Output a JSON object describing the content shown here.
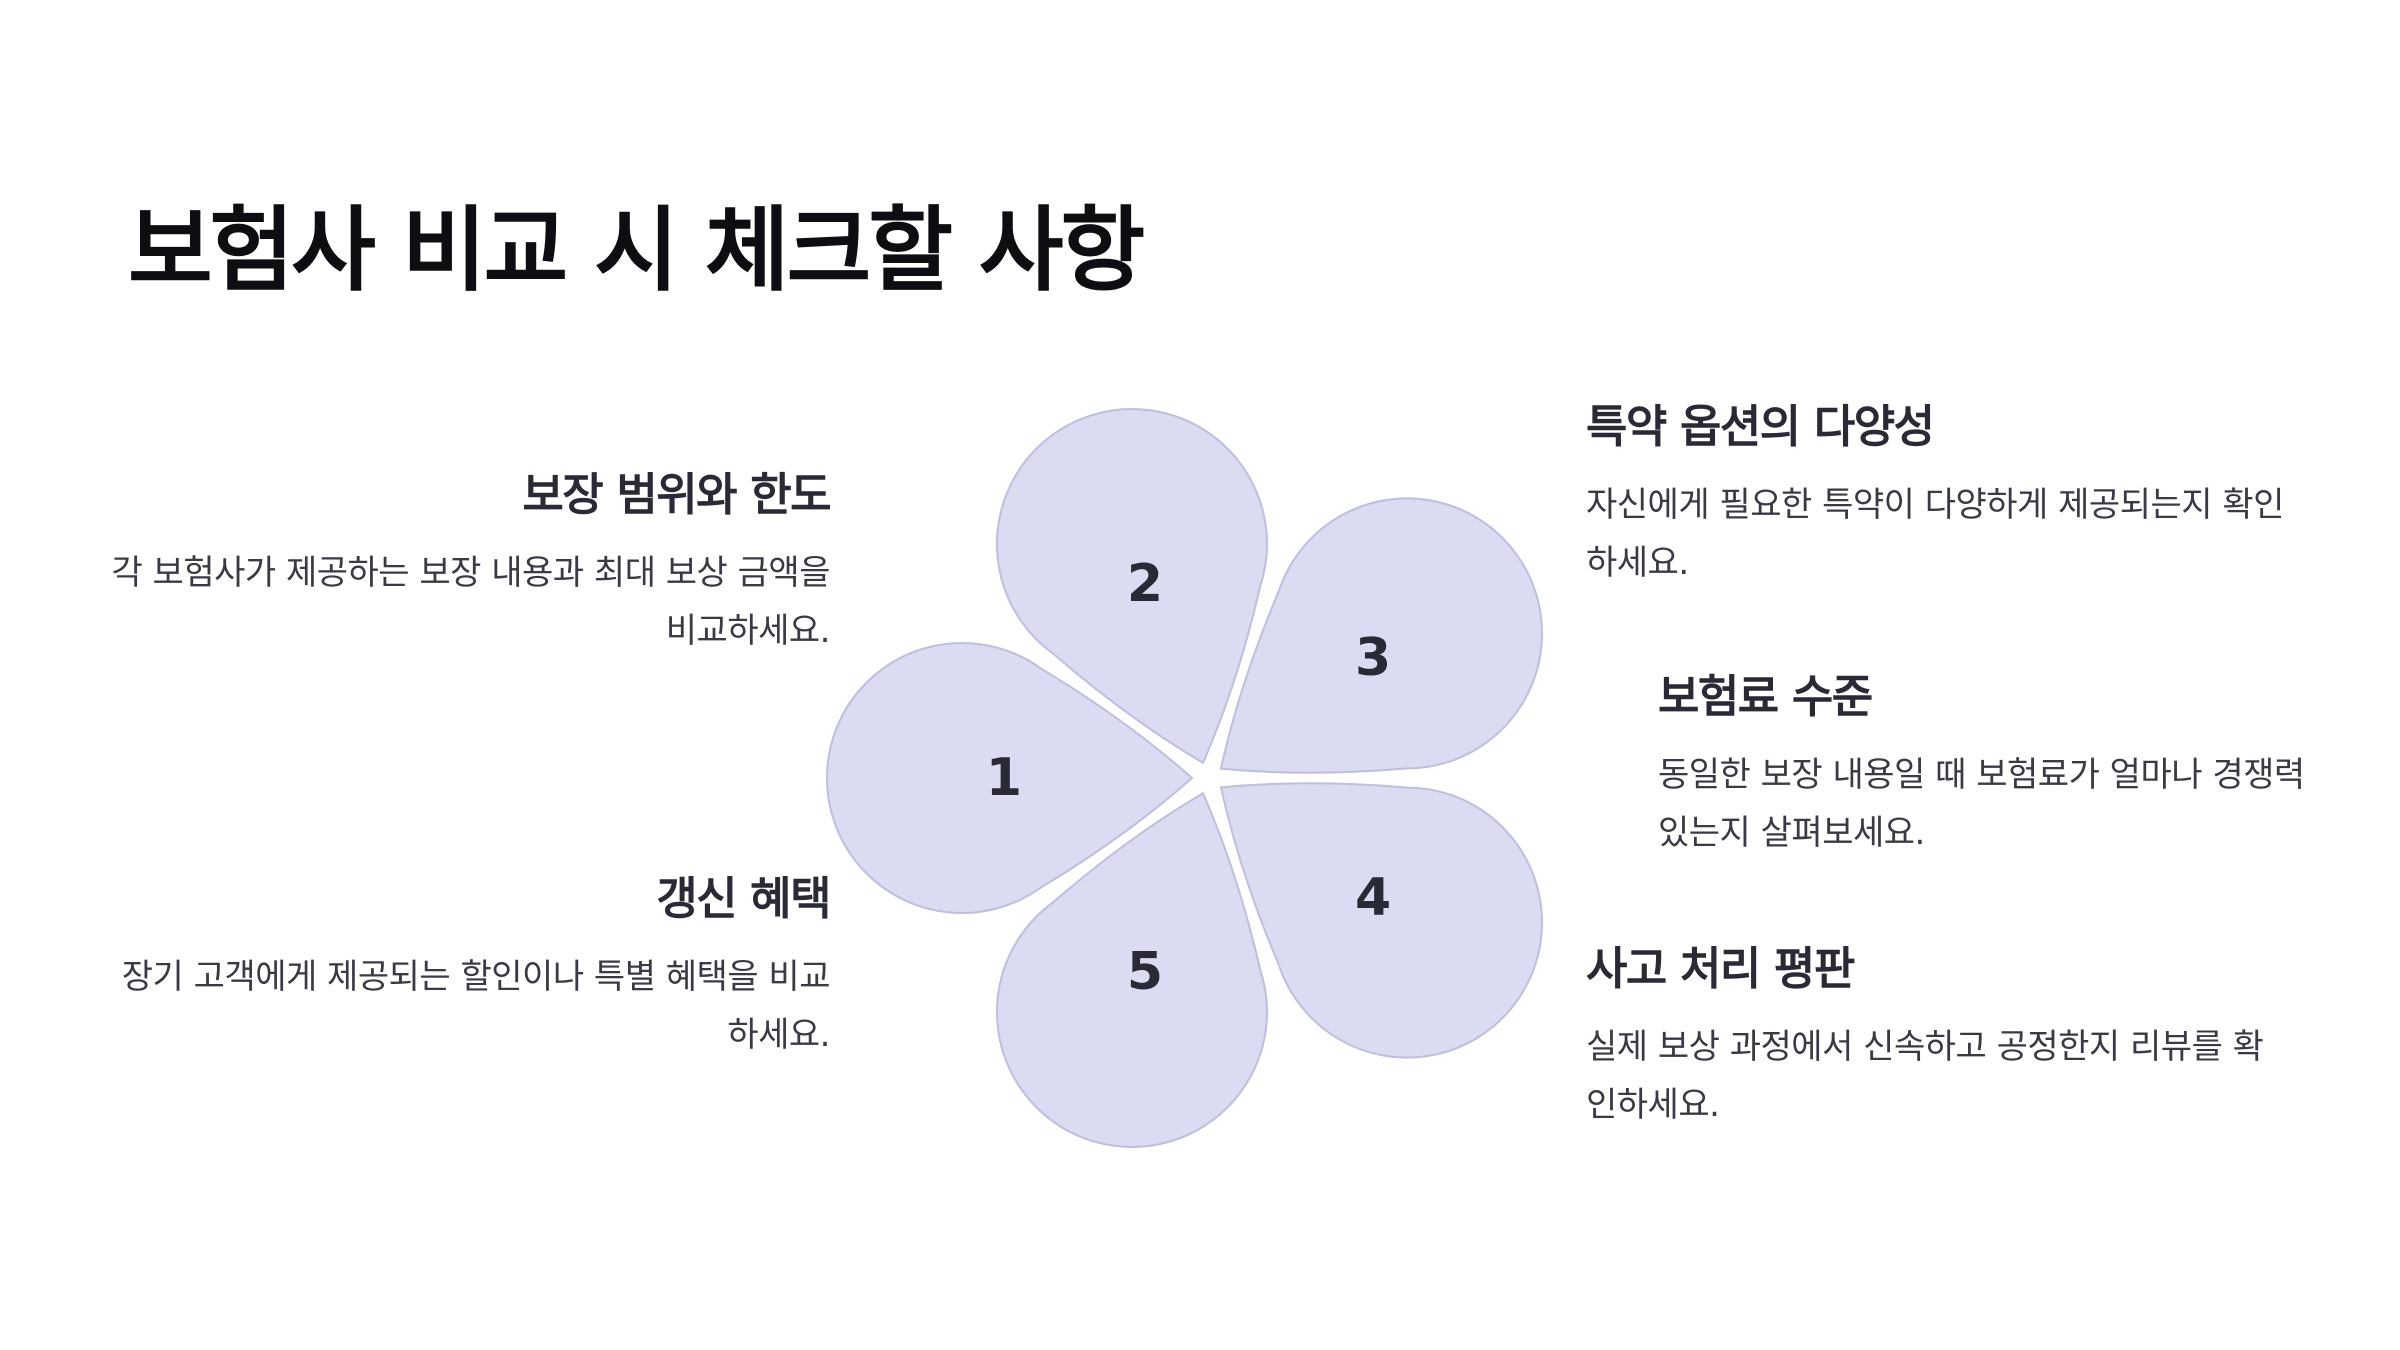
{
  "title": "보험사 비교 시 체크할 사항",
  "colors": {
    "petal_fill": "#dbdbf1",
    "petal_stroke": "#bebedf",
    "text": "#2a2a36"
  },
  "petals": [
    {
      "number": "1",
      "angle": 180
    },
    {
      "number": "2",
      "angle": 108
    },
    {
      "number": "3",
      "angle": 36
    },
    {
      "number": "4",
      "angle": -36
    },
    {
      "number": "5",
      "angle": -108
    }
  ],
  "items": [
    {
      "number": "1",
      "heading": "보장 범위와 한도",
      "body": "각 보험사가 제공하는 보장 내용과 최대 보상 금액을 비교하세요."
    },
    {
      "number": "2",
      "heading": "특약 옵션의 다양성",
      "body": "자신에게 필요한 특약이 다양하게 제공되는지 확인하세요."
    },
    {
      "number": "3",
      "heading": "보험료 수준",
      "body": "동일한 보장 내용일 때 보험료가 얼마나 경쟁력 있는지 살펴보세요."
    },
    {
      "number": "4",
      "heading": "사고 처리 평판",
      "body": "실제 보상 과정에서 신속하고 공정한지 리뷰를 확인하세요."
    },
    {
      "number": "5",
      "heading": "갱신 혜택",
      "body": "장기 고객에게 제공되는 할인이나 특별 혜택을 비교하세요."
    }
  ]
}
